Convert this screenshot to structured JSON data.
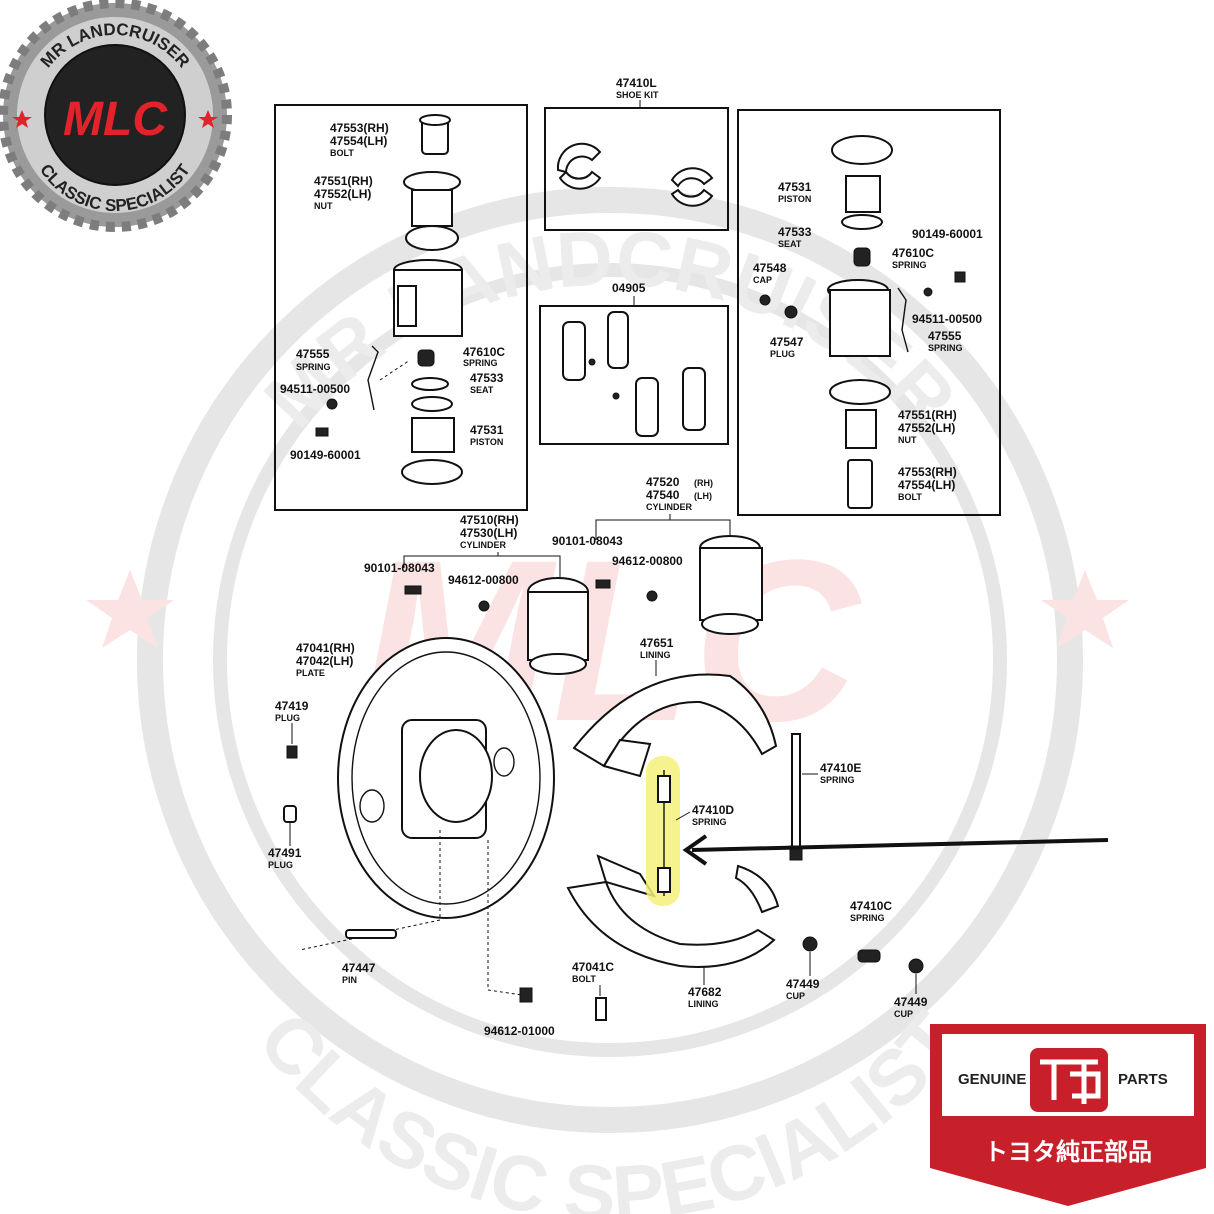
{
  "brand_badge": {
    "top_text": "MR LANDCRUISER",
    "monogram": "MLC",
    "bottom_text": "CLASSIC SPECIALIST",
    "colors": {
      "ring": "#9a9a9a",
      "disc": "#222222",
      "accent": "#e3232c"
    }
  },
  "watermark": {
    "top_text": "MR LANDCRUISER",
    "bottom_text": "CLASSIC SPECIALIST",
    "monogram": "MLC"
  },
  "genuine_badge": {
    "left_text": "GENUINE",
    "right_text": "PARTS",
    "japanese_text": "トヨタ純正部品",
    "colors": {
      "red": "#c8202a",
      "white": "#ffffff"
    }
  },
  "diagram": {
    "shoe_kit": {
      "number": "47410L",
      "name": "SHOE KIT"
    },
    "repair_kit": {
      "number": "04905"
    },
    "left_cylinder_parts": [
      {
        "number_a": "47553(RH)",
        "number_b": "47554(LH)",
        "name": "BOLT"
      },
      {
        "number_a": "47551(RH)",
        "number_b": "47552(LH)",
        "name": "NUT"
      },
      {
        "number": "47555",
        "name": "SPRING"
      },
      {
        "number": "47610C",
        "name": "SPRING"
      },
      {
        "number": "47533",
        "name": "SEAT"
      },
      {
        "number": "94511-00500"
      },
      {
        "number": "47531",
        "name": "PISTON"
      },
      {
        "number": "90149-60001"
      }
    ],
    "right_cylinder_parts": [
      {
        "number": "47531",
        "name": "PISTON"
      },
      {
        "number": "47533",
        "name": "SEAT"
      },
      {
        "number": "90149-60001"
      },
      {
        "number": "47610C",
        "name": "SPRING"
      },
      {
        "number": "47548",
        "name": "CAP"
      },
      {
        "number": "94511-00500"
      },
      {
        "number": "47547",
        "name": "PLUG"
      },
      {
        "number": "47555",
        "name": "SPRING"
      },
      {
        "number_a": "47551(RH)",
        "number_b": "47552(LH)",
        "name": "NUT"
      },
      {
        "number_a": "47553(RH)",
        "number_b": "47554(LH)",
        "name": "BOLT"
      }
    ],
    "cylinders": [
      {
        "number_a": "47510(RH)",
        "number_b": "47530(LH)",
        "name": "CYLINDER"
      },
      {
        "number_a": "47520",
        "suffix_a": "(RH)",
        "number_b": "47540",
        "suffix_b": "(LH)",
        "name": "CYLINDER"
      }
    ],
    "fasteners": [
      {
        "number": "90101-08043"
      },
      {
        "number": "94612-00800"
      },
      {
        "number": "90101-08043"
      },
      {
        "number": "94612-00800"
      }
    ],
    "plate": {
      "number_a": "47041(RH)",
      "number_b": "47042(LH)",
      "name": "PLATE"
    },
    "lower_parts": [
      {
        "number": "47419",
        "name": "PLUG"
      },
      {
        "number": "47491",
        "name": "PLUG"
      },
      {
        "number": "47447",
        "name": "PIN"
      },
      {
        "number": "94612-01000"
      },
      {
        "number": "47041C",
        "name": "BOLT"
      },
      {
        "number": "47682",
        "name": "LINING"
      },
      {
        "number": "47651",
        "name": "LINING"
      },
      {
        "number": "47410E",
        "name": "SPRING"
      },
      {
        "number": "47410D",
        "name": "SPRING"
      },
      {
        "number": "47410C",
        "name": "SPRING"
      },
      {
        "number": "47449",
        "name": "CUP"
      },
      {
        "number": "47449",
        "name": "CUP"
      }
    ],
    "highlight_color": "#f5f07a"
  }
}
